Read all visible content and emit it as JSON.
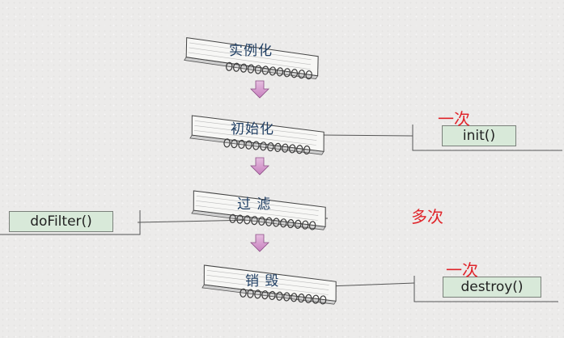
{
  "steps": {
    "instantiate": "实例化",
    "initialize": "初始化",
    "filter": "过 滤",
    "destroy": "销 毁"
  },
  "methods": {
    "init": "init()",
    "do_filter": "doFilter()",
    "destroy": "destroy()"
  },
  "frequency": {
    "init": "一次",
    "do_filter": "多次",
    "destroy": "一次"
  },
  "colors": {
    "label_text": "#1f3e63",
    "frequency_text": "#e0242a",
    "method_box_fill": "#d8e9d9",
    "arrow_fill": "#c77fbe"
  }
}
